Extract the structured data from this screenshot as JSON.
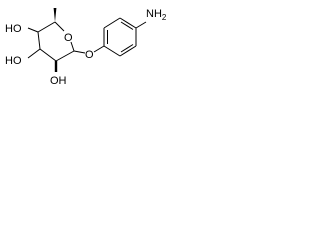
{
  "molecule": {
    "atom_labels": {
      "amine": "NH",
      "amine_subscript": "2",
      "hydroxyl_c4": "HO",
      "hydroxyl_c3": "HO",
      "hydroxyl_c2": "OH",
      "ring_oxygen": "O",
      "glycosidic_oxygen": "O"
    }
  },
  "colors": {
    "ink": "#000000",
    "background": "#ffffff"
  }
}
